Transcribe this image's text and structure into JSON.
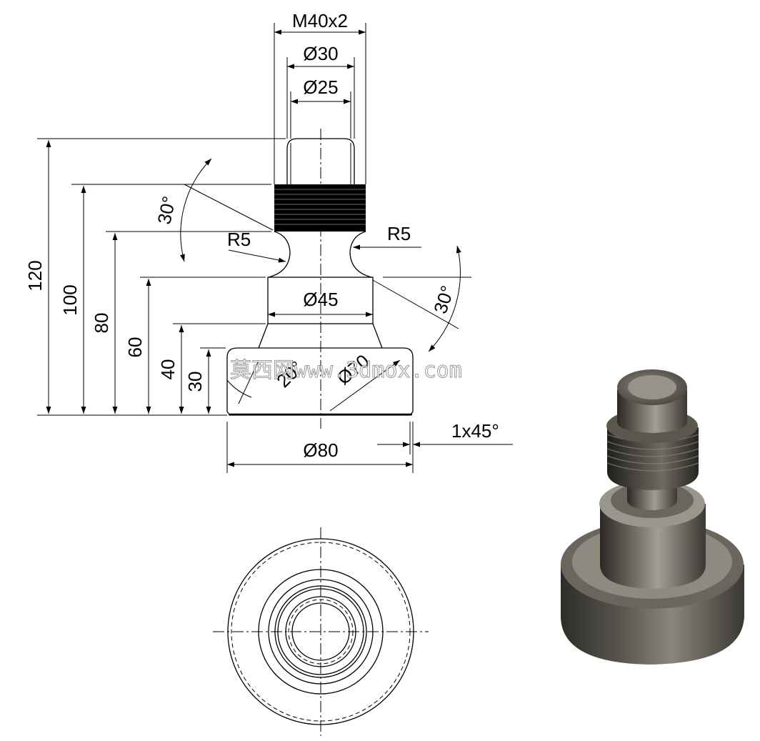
{
  "dimensions": {
    "thread": "M40x2",
    "dia30": "Ø30",
    "dia25": "Ø25",
    "dia45": "Ø45",
    "dia80": "Ø80",
    "dia70": "Ø70",
    "angle20": "20°",
    "angle30_left": "30°",
    "angle30_right": "30°",
    "r5_left": "R5",
    "r5_right": "R5",
    "chamfer": "1x45°",
    "h120": "120",
    "h100": "100",
    "h80": "80",
    "h60": "60",
    "h40": "40",
    "h30": "30"
  },
  "watermark": "莫西网www.3dmox.com",
  "colors": {
    "line": "#000000",
    "metal_dark": "#3e3b35",
    "metal_mid": "#7a766c",
    "metal_light": "#b9b5aa"
  }
}
